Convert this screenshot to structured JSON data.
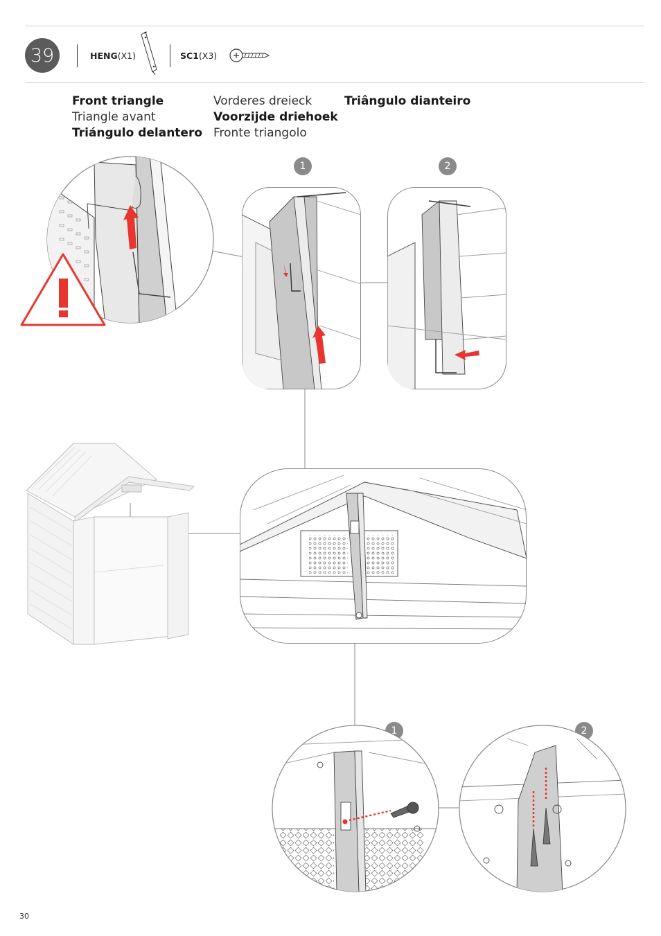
{
  "step": {
    "number": "39"
  },
  "parts": [
    {
      "code": "HENG",
      "qty": "(X1)",
      "icon": "bracket-part-icon"
    },
    {
      "code": "SC1",
      "qty": "(X3)",
      "icon": "screw-part-icon"
    }
  ],
  "title_translations": [
    "Front triangle",
    "Triangle avant",
    "Triángulo delantero",
    "Vorderes dreieck",
    "Voorzijde driehoek",
    "Fronte triangolo",
    "Triângulo dianteiro"
  ],
  "detail_badges": [
    "1",
    "2",
    "1",
    "2"
  ],
  "warning_icon": "exclamation-warning-icon",
  "colors": {
    "accent_red": "#e8362f",
    "badge_gray": "#8a8a8a",
    "step_gray": "#5b5b5b"
  },
  "page_number": "30"
}
